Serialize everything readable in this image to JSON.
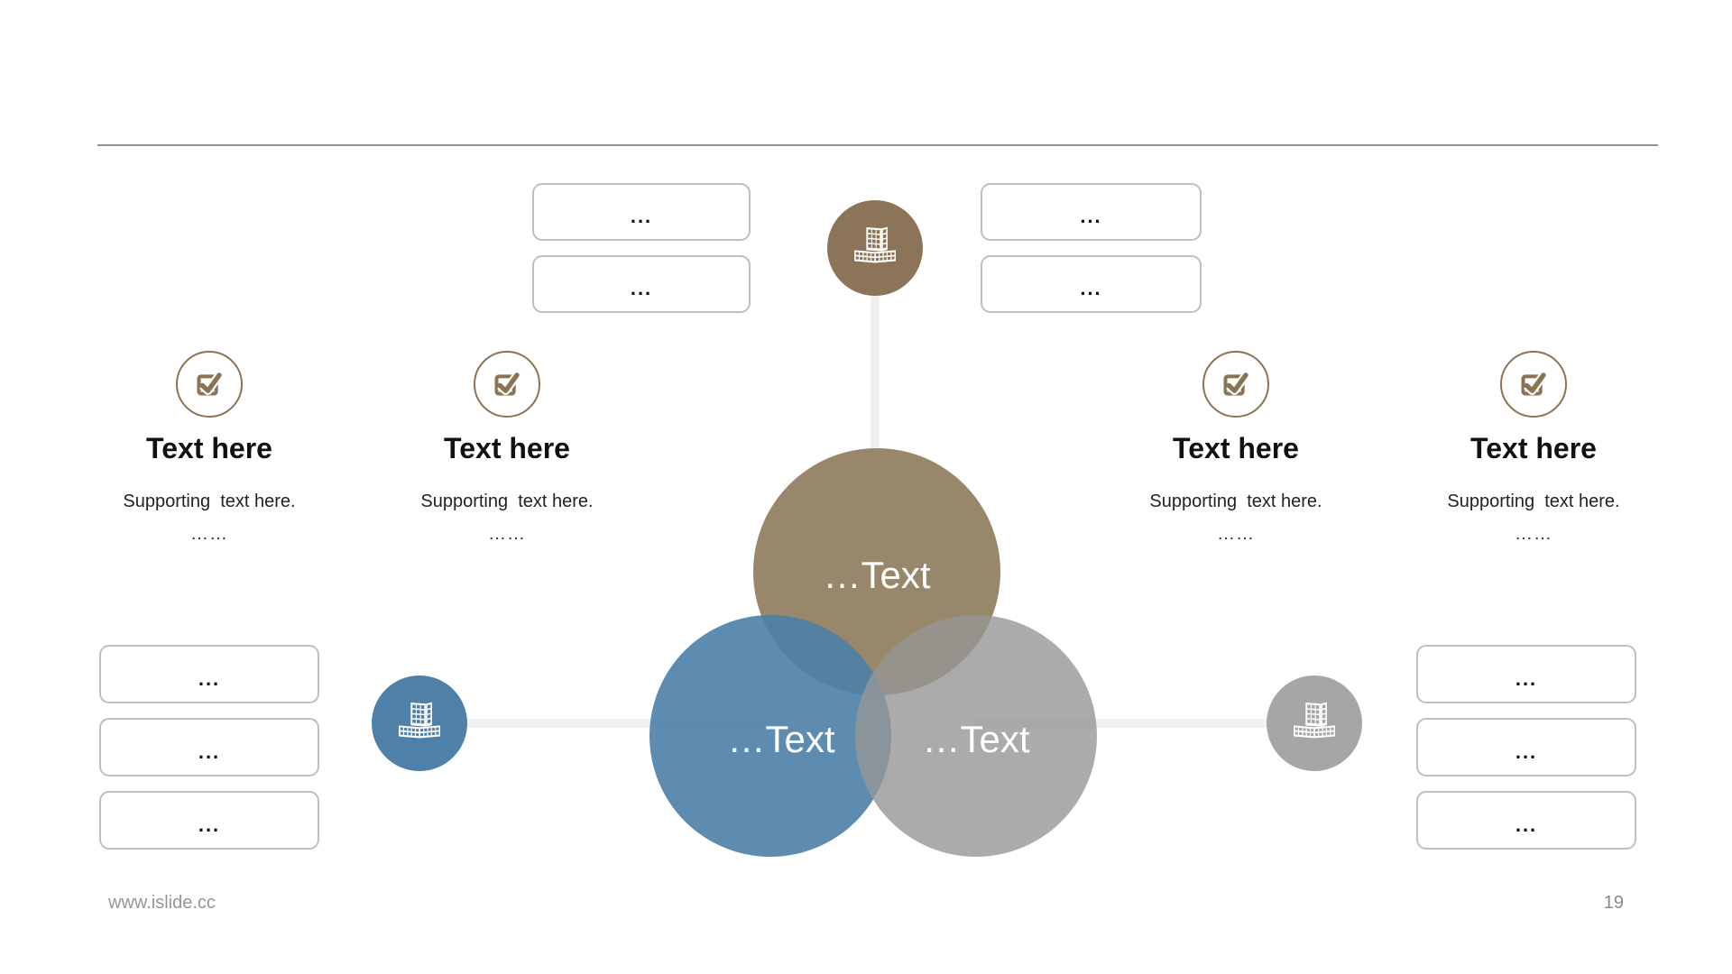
{
  "slide": {
    "type": "presentation-slide",
    "background": "#FFFFFF"
  },
  "venn": {
    "top_circle_label": "…Text",
    "left_circle_label": "…Text",
    "right_circle_label": "…Text"
  },
  "callout_boxes": {
    "top_left": [
      "...",
      "..."
    ],
    "top_right": [
      "...",
      "..."
    ],
    "left": [
      "...",
      "...",
      "..."
    ],
    "right": [
      "...",
      "...",
      "..."
    ]
  },
  "features": [
    {
      "title": "Text here",
      "subtitle": "Supporting  text here.",
      "ellipsis": "……"
    },
    {
      "title": "Text here",
      "subtitle": "Supporting  text here.",
      "ellipsis": "……"
    },
    {
      "title": "Text here",
      "subtitle": "Supporting  text here.",
      "ellipsis": "……"
    },
    {
      "title": "Text here",
      "subtitle": "Supporting  text here.",
      "ellipsis": "……"
    }
  ],
  "footer": {
    "website": "www.islide.cc",
    "page_number": "19"
  },
  "colors": {
    "brown_big_circle": "#98876A",
    "brown_hub_circle": "#8B7457",
    "blue_big_circle": "#5E8CB0",
    "blue_hub_circle": "#4E80A8",
    "gray_big_circle": "#ABABAB",
    "gray_hub_circle": "#A6A6A6",
    "connector_line": "#F1F1F1",
    "box_border": "#BFBFBF",
    "icon_brown": "#8B7355",
    "divider_line": "#909090",
    "label_text": "#FFFFFF"
  }
}
